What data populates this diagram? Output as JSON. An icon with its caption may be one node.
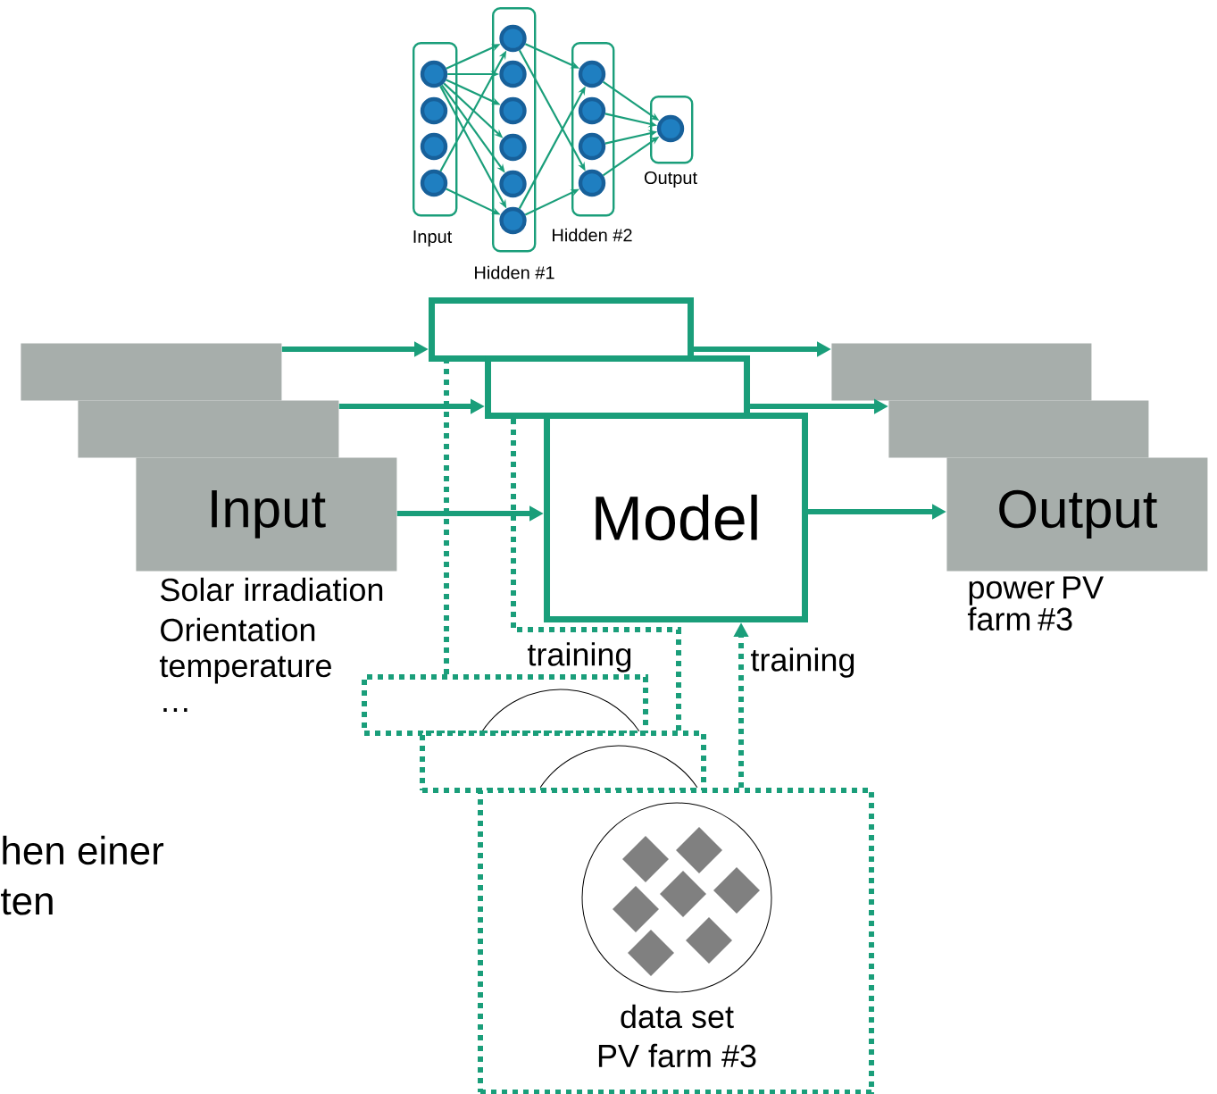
{
  "diagram": {
    "nodes": [
      {
        "text": [
          "Input"
        ]
      },
      {
        "text": [
          "Hidden #1"
        ]
      },
      {
        "text": [
          "Hidden #2"
        ]
      },
      {
        "text": [
          "Output"
        ]
      },
      {
        "text": [],
        "shape": "circle",
        "in": 0
      },
      {
        "text": [],
        "shape": "circle",
        "in": 0
      },
      {
        "text": [],
        "shape": "circle",
        "in": 0
      },
      {
        "text": [],
        "shape": "circle",
        "in": 0
      },
      {
        "text": [],
        "shape": "circle",
        "in": 1
      },
      {
        "text": [],
        "shape": "circle",
        "in": 1
      },
      {
        "text": [],
        "shape": "circle",
        "in": 1
      },
      {
        "text": [],
        "shape": "circle",
        "in": 1
      },
      {
        "text": [],
        "shape": "circle",
        "in": 1
      },
      {
        "text": [],
        "shape": "circle",
        "in": 1
      },
      {
        "text": [],
        "shape": "circle",
        "in": 2
      },
      {
        "text": [],
        "shape": "circle",
        "in": 2
      },
      {
        "text": [],
        "shape": "circle",
        "in": 2
      },
      {
        "text": [],
        "shape": "circle",
        "in": 2
      },
      {
        "text": [],
        "shape": "circle",
        "in": 3
      },
      {
        "text": [],
        "shape": "box"
      },
      {
        "text": [],
        "shape": "box"
      },
      {
        "text": [
          "Input"
        ],
        "beside": [
          "Solar irradiation",
          "Orientation",
          "temperature",
          "…"
        ]
      },
      {
        "text": [],
        "shape": "box"
      },
      {
        "text": [],
        "shape": "box"
      },
      {
        "text": [
          "Model"
        ]
      },
      {
        "text": [],
        "shape": "box"
      },
      {
        "text": [],
        "shape": "box"
      },
      {
        "text": [
          "Output"
        ],
        "beside": [
          "power PV farm #3"
        ]
      },
      {
        "text": [],
        "shape": "box"
      },
      {
        "text": [],
        "shape": "box"
      },
      {
        "text": [
          "data set",
          "PV farm #3"
        ]
      }
    ],
    "edges": [
      {
        "from": 4,
        "to": 8,
        "arrow": "to"
      },
      {
        "from": 4,
        "to": 9,
        "arrow": "to"
      },
      {
        "from": 4,
        "to": 10,
        "arrow": "to"
      },
      {
        "from": 4,
        "to": 11,
        "arrow": "to"
      },
      {
        "from": 4,
        "to": 12,
        "arrow": "to"
      },
      {
        "from": 4,
        "to": 13,
        "arrow": "to"
      },
      {
        "from": 7,
        "to": 8,
        "arrow": "to"
      },
      {
        "from": 7,
        "to": 13,
        "arrow": "to"
      },
      {
        "from": 8,
        "to": 14,
        "arrow": "to"
      },
      {
        "from": 8,
        "to": 17,
        "arrow": "to"
      },
      {
        "from": 13,
        "to": 14,
        "arrow": "to"
      },
      {
        "from": 13,
        "to": 17,
        "arrow": "to"
      },
      {
        "from": 14,
        "to": 18,
        "arrow": "to"
      },
      {
        "from": 15,
        "to": 18,
        "arrow": "to"
      },
      {
        "from": 16,
        "to": 18,
        "arrow": "to"
      },
      {
        "from": 17,
        "to": 18,
        "arrow": "to"
      },
      {
        "from": 19,
        "to": 22,
        "arrow": "to",
        "style": "thick"
      },
      {
        "from": 20,
        "to": 23,
        "arrow": "to",
        "style": "thick"
      },
      {
        "from": 21,
        "to": 24,
        "arrow": "to",
        "style": "thick"
      },
      {
        "from": 22,
        "to": 25,
        "arrow": "to",
        "style": "thick"
      },
      {
        "from": 23,
        "to": 26,
        "arrow": "to",
        "style": "thick"
      },
      {
        "from": 24,
        "to": 27,
        "arrow": "to",
        "style": "thick"
      },
      {
        "from": 28,
        "to": 22,
        "arrow": "none",
        "style": "dashed"
      },
      {
        "from": 29,
        "to": 23,
        "arrow": "none",
        "style": "dashed",
        "label": "training"
      },
      {
        "from": 30,
        "to": 24,
        "arrow": "to",
        "style": "dashed",
        "label": "training"
      }
    ],
    "labels": [
      "hen einer",
      "ten"
    ]
  }
}
